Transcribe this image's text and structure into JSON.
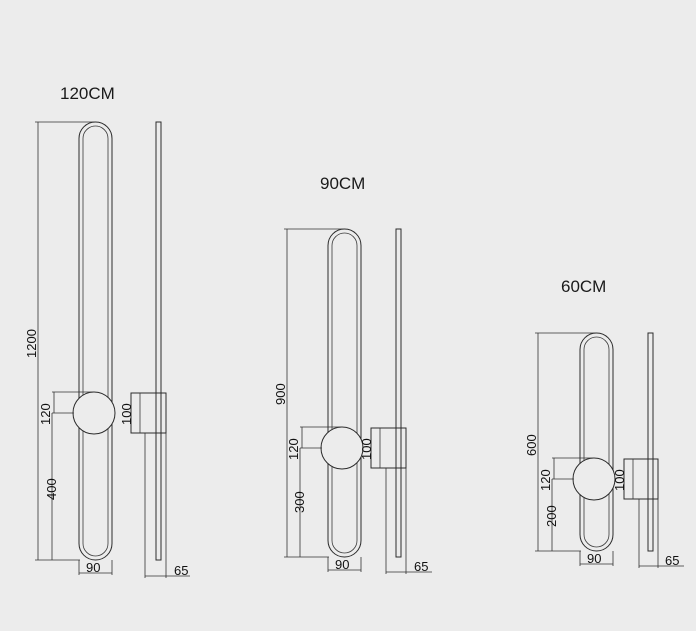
{
  "variants": [
    {
      "title": "120CM",
      "height": "1200",
      "mount_offset": "120",
      "lower": "400",
      "width": "90",
      "plate": "100",
      "depth": "65"
    },
    {
      "title": "90CM",
      "height": "900",
      "mount_offset": "120",
      "lower": "300",
      "width": "90",
      "plate": "100",
      "depth": "65"
    },
    {
      "title": "60CM",
      "height": "600",
      "mount_offset": "120",
      "lower": "200",
      "width": "90",
      "plate": "100",
      "depth": "65"
    }
  ]
}
